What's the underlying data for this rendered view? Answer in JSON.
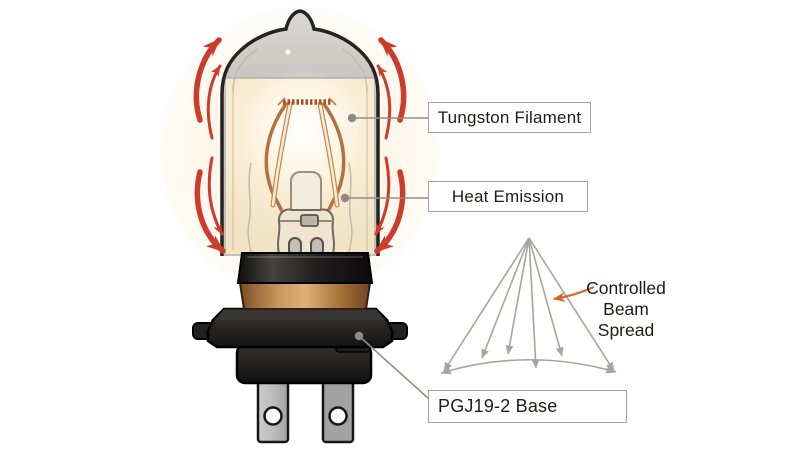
{
  "figure": {
    "labels": {
      "filament": "Tungston Filament",
      "heat_emission": "Heat Emission",
      "base": "PGJ19-2 Base",
      "beam_spread_lines": [
        "Controlled",
        "Beam",
        "Spread"
      ]
    },
    "colors": {
      "background": "#ffffff",
      "heat_arrow": "#cd3b2a",
      "beam_arrow": "#a8a4a0",
      "pointer_arrow": "#d2691e",
      "copper_band": "#c9975f",
      "base_plastic": "#1b1918",
      "terminal_metal": "#bcbcbc",
      "glass_gray": "#cfccc7",
      "glow_warm": "#fdf3de",
      "label_border": "#a5a19c",
      "label_text": "#1e1c1a",
      "leader_line": "#918d89"
    }
  }
}
